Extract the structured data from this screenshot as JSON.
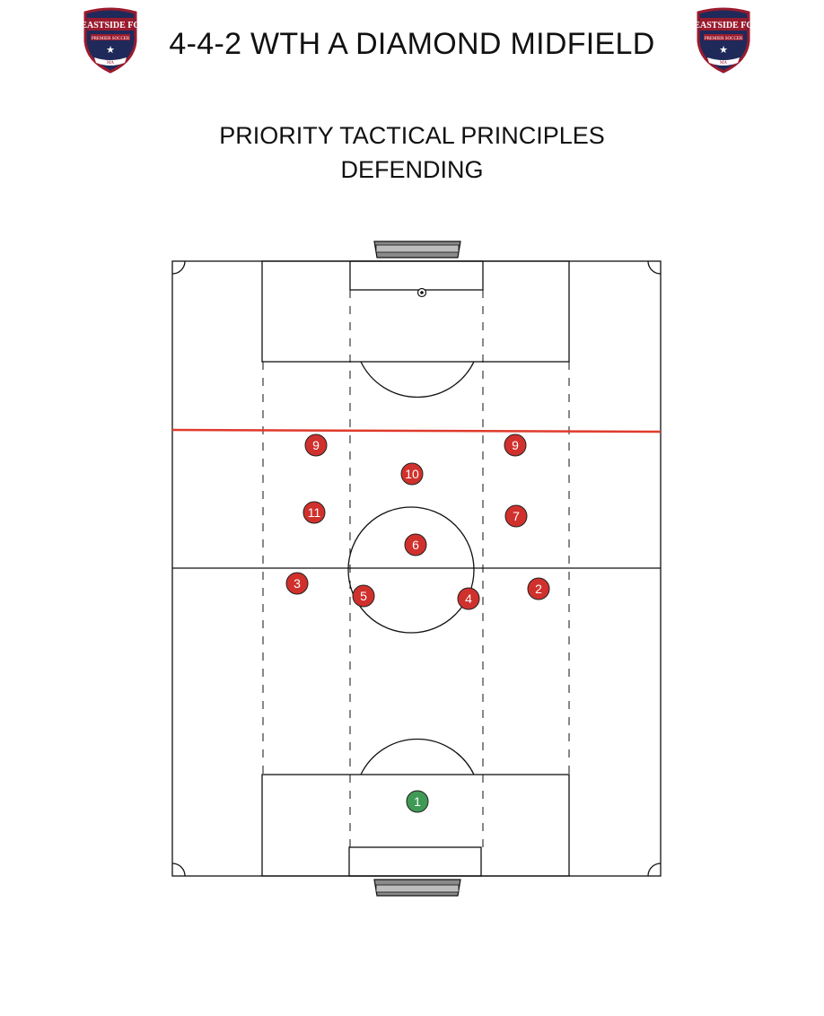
{
  "title": "4-4-2 WTH A DIAMOND MIDFIELD",
  "subtitle_line1": "PRIORITY TACTICAL PRINCIPLES",
  "subtitle_line2": "DEFENDING",
  "crest": {
    "name": "EASTSIDE FC",
    "tagline": "PREMIER SOCCER",
    "state": "MA",
    "colors": {
      "navy": "#1f2a5a",
      "red": "#9b1b2e",
      "white": "#ffffff"
    }
  },
  "colors": {
    "outfield_player": "#d0312d",
    "goalkeeper": "#3f9a55",
    "defensive_line": "#e03a2c",
    "pitch_lines": "#111111"
  },
  "players": [
    {
      "number": "9",
      "role": "outfield"
    },
    {
      "number": "9",
      "role": "outfield"
    },
    {
      "number": "10",
      "role": "outfield"
    },
    {
      "number": "11",
      "role": "outfield"
    },
    {
      "number": "7",
      "role": "outfield"
    },
    {
      "number": "6",
      "role": "outfield"
    },
    {
      "number": "3",
      "role": "outfield"
    },
    {
      "number": "5",
      "role": "outfield"
    },
    {
      "number": "4",
      "role": "outfield"
    },
    {
      "number": "2",
      "role": "outfield"
    },
    {
      "number": "1",
      "role": "goalkeeper"
    }
  ]
}
